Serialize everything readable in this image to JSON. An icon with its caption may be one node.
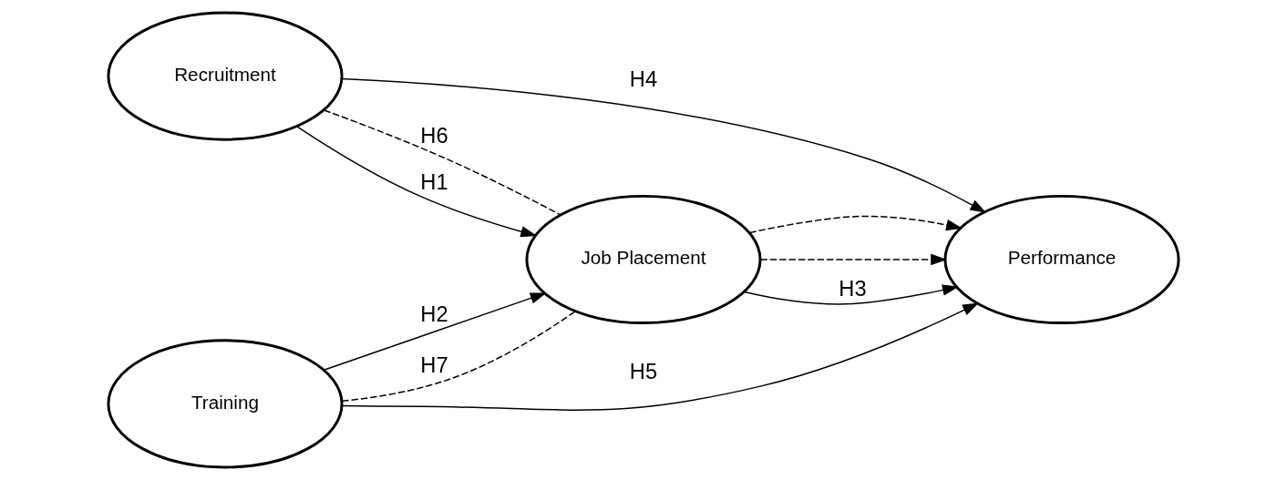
{
  "diagram": {
    "nodes": [
      {
        "text": [
          "Recruitment"
        ]
      },
      {
        "text": [
          "Job Placement"
        ]
      },
      {
        "text": [
          "Performance"
        ]
      },
      {
        "text": [
          "Training"
        ]
      }
    ],
    "edges": [
      {
        "from": 0,
        "to": 2,
        "arrow": "to",
        "label": "H4"
      },
      {
        "from": 0,
        "to": 1,
        "arrow": "none",
        "label": "H6",
        "style": "dashed"
      },
      {
        "from": 0,
        "to": 1,
        "arrow": "to",
        "label": "H1"
      },
      {
        "from": 3,
        "to": 1,
        "arrow": "to",
        "label": "H2"
      },
      {
        "from": 1,
        "to": 2,
        "arrow": "to",
        "style": "dashed"
      },
      {
        "from": 1,
        "to": 2,
        "arrow": "to",
        "label": "H3"
      },
      {
        "from": 1,
        "to": 2,
        "arrow": "to",
        "style": "dashed"
      },
      {
        "from": 3,
        "to": 1,
        "arrow": "none",
        "label": "H7",
        "style": "dashed"
      },
      {
        "from": 3,
        "to": 2,
        "arrow": "to",
        "label": "H5"
      }
    ]
  }
}
